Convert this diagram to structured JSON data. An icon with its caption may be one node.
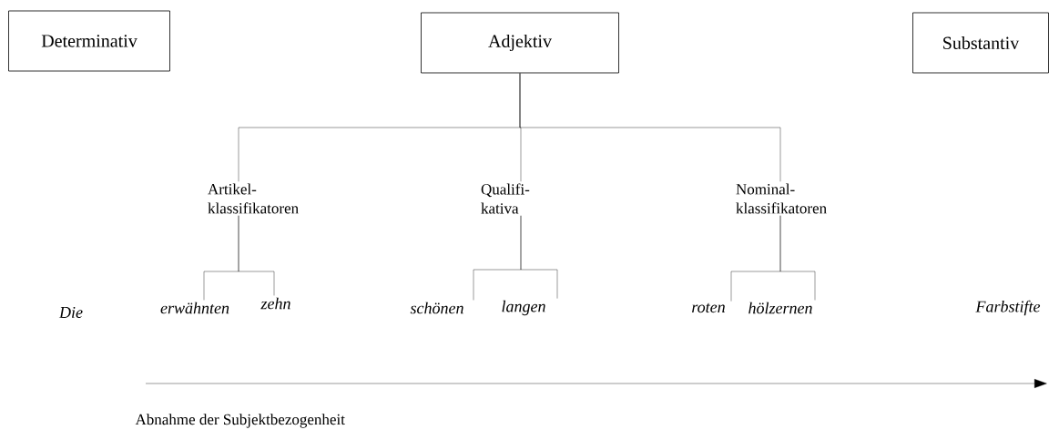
{
  "diagram": {
    "nodes": [
      {
        "text": [
          "Determinativ"
        ]
      },
      {
        "text": [
          "Adjektiv"
        ]
      },
      {
        "text": [
          "Substantiv"
        ]
      },
      {
        "text": [
          "Artikel- klassifikatoren"
        ]
      },
      {
        "text": [
          "Qualifi- kativa"
        ]
      },
      {
        "text": [
          "Nominal- klassifikatoren"
        ]
      },
      {
        "text": [
          "Die"
        ]
      },
      {
        "text": [
          "erwähnten"
        ]
      },
      {
        "text": [
          "zehn"
        ]
      },
      {
        "text": [
          "schönen"
        ]
      },
      {
        "text": [
          "langen"
        ]
      },
      {
        "text": [
          "roten"
        ]
      },
      {
        "text": [
          "hölzernen"
        ]
      },
      {
        "text": [
          "Farbstifte"
        ]
      }
    ],
    "edges": [
      {
        "from": 1,
        "to": 3,
        "arrow": "none"
      },
      {
        "from": 1,
        "to": 4,
        "arrow": "none"
      },
      {
        "from": 1,
        "to": 5,
        "arrow": "none"
      },
      {
        "from": 3,
        "to": 7,
        "arrow": "none"
      },
      {
        "from": 3,
        "to": 8,
        "arrow": "none"
      },
      {
        "from": 4,
        "to": 9,
        "arrow": "none"
      },
      {
        "from": 4,
        "to": 10,
        "arrow": "none"
      },
      {
        "from": 5,
        "to": 11,
        "arrow": "none"
      },
      {
        "from": 5,
        "to": 12,
        "arrow": "none"
      }
    ],
    "labels": [
      "Abnahme der Subjektbezogenheit"
    ]
  }
}
